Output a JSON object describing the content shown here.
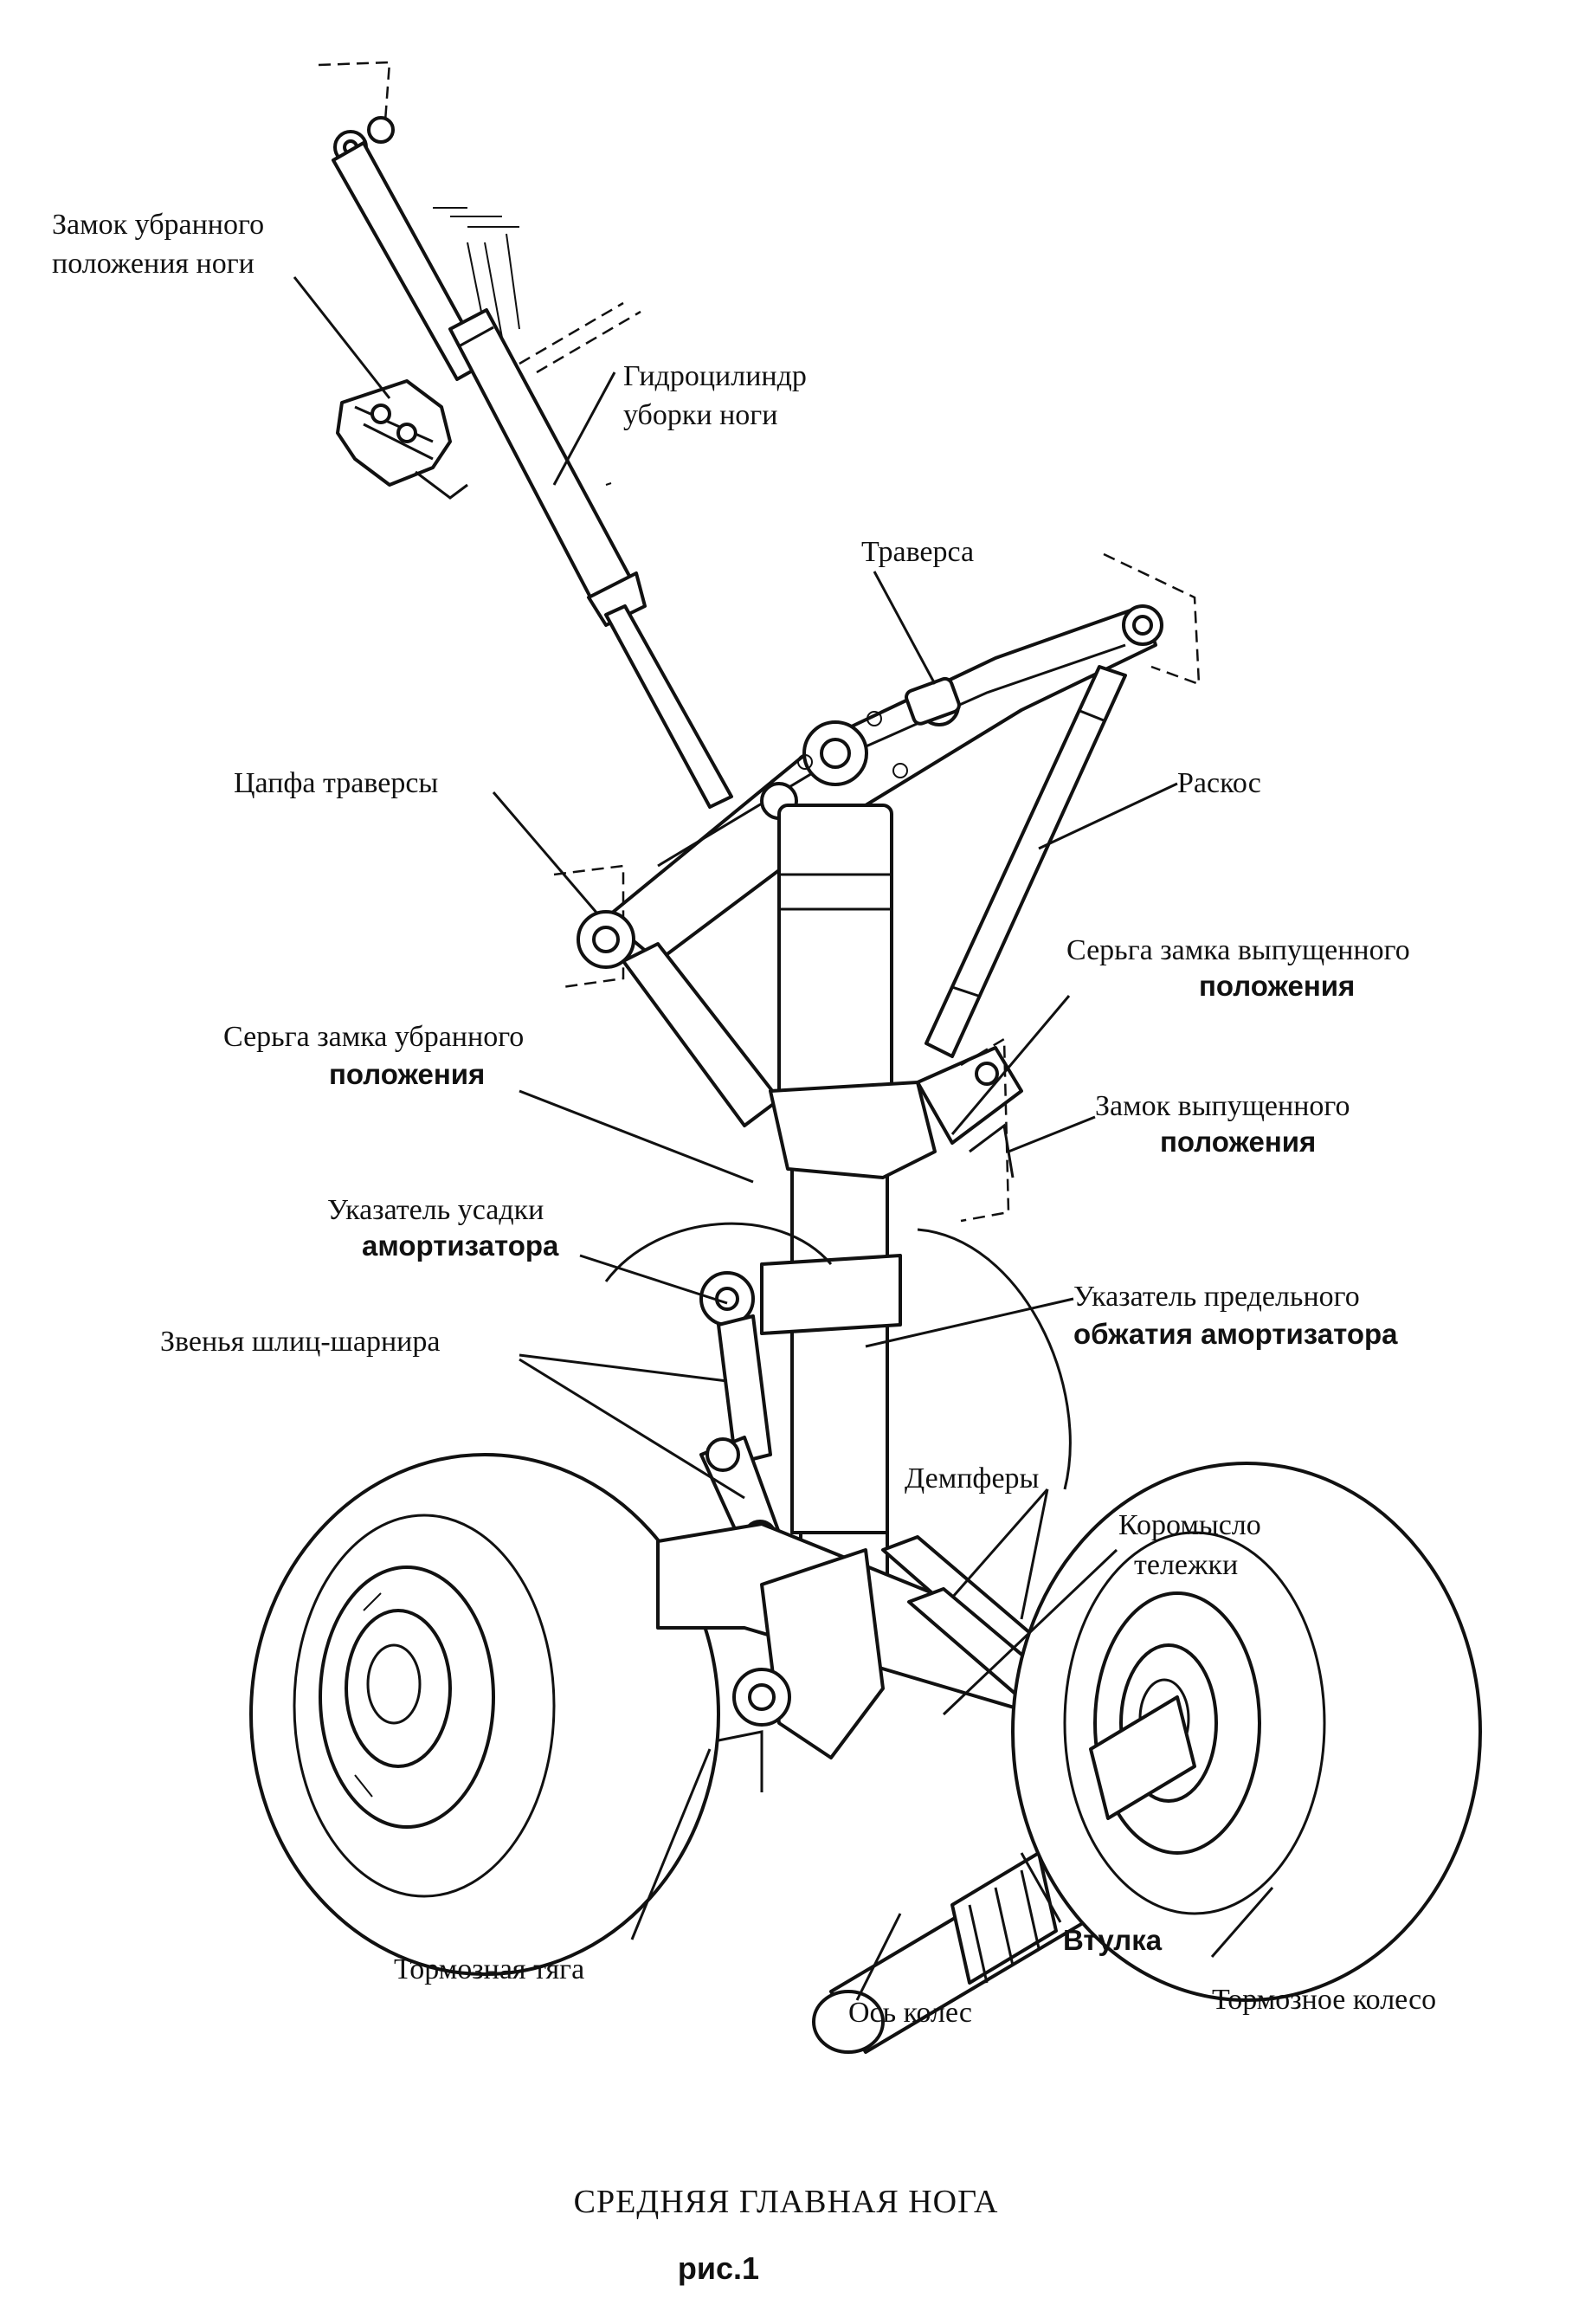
{
  "labels": {
    "uplock": [
      "Замок убранного",
      "положения ноги"
    ],
    "retract_cylinder": [
      "Гидроцилиндр",
      "уборки ноги"
    ],
    "traverse": "Траверса",
    "traverse_trunnion": "Цапфа траверсы",
    "brace": "Раскос",
    "downlock_link": [
      "Серьга замка выпущенного",
      "положения"
    ],
    "uplock_link": [
      "Серьга замка убранного",
      "положения"
    ],
    "downlock": [
      "Замок выпущенного",
      "положения"
    ],
    "shock_indicator": [
      "Указатель усадки",
      "амортизатора"
    ],
    "torque_links": "Звенья шлиц-шарнира",
    "limit_indicator": [
      "Указатель предельного",
      "обжатия амортизатора"
    ],
    "dampers": "Демпферы",
    "bogie_beam": [
      "Коромысло",
      "тележки"
    ],
    "brake_rod": "Тормозная тяга",
    "bushing": "Втулка",
    "wheel_axle": "Ось колес",
    "brake_wheel": "Тормозное колесо"
  },
  "caption": {
    "title": "СРЕДНЯЯ ГЛАВНАЯ НОГА",
    "figure": "рис.1"
  }
}
